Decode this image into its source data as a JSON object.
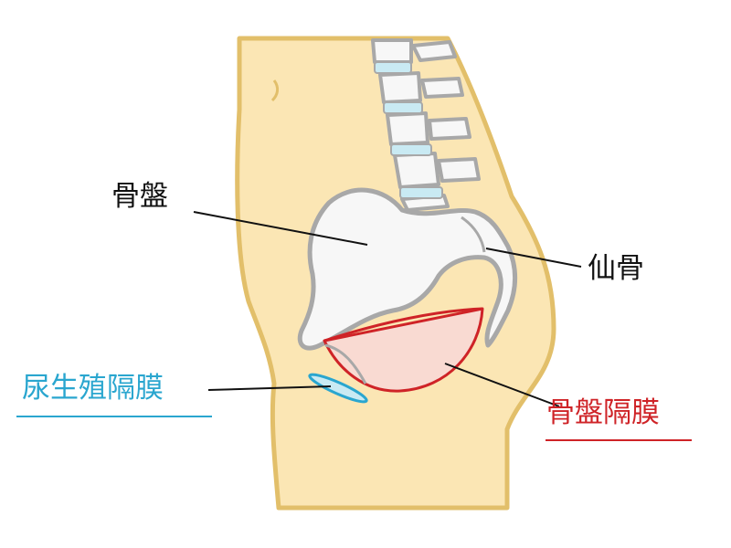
{
  "labels": {
    "pelvis": "骨盤",
    "sacrum": "仙骨",
    "urogenital_diaphragm": "尿生殖隔膜",
    "pelvic_diaphragm": "骨盤隔膜"
  },
  "colors": {
    "skin_fill": "#fbe6b4",
    "skin_outline": "#e2bf6a",
    "bone_fill": "#f7f7f7",
    "bone_outline": "#a8a8a8",
    "disc": "#c9eaf3",
    "pelvic_diaphragm": "#cf2327",
    "pelvic_diaphragm_fill": "#f8d7d7",
    "urogenital_diaphragm": "#2aa6cf",
    "leader_line": "#111111"
  }
}
